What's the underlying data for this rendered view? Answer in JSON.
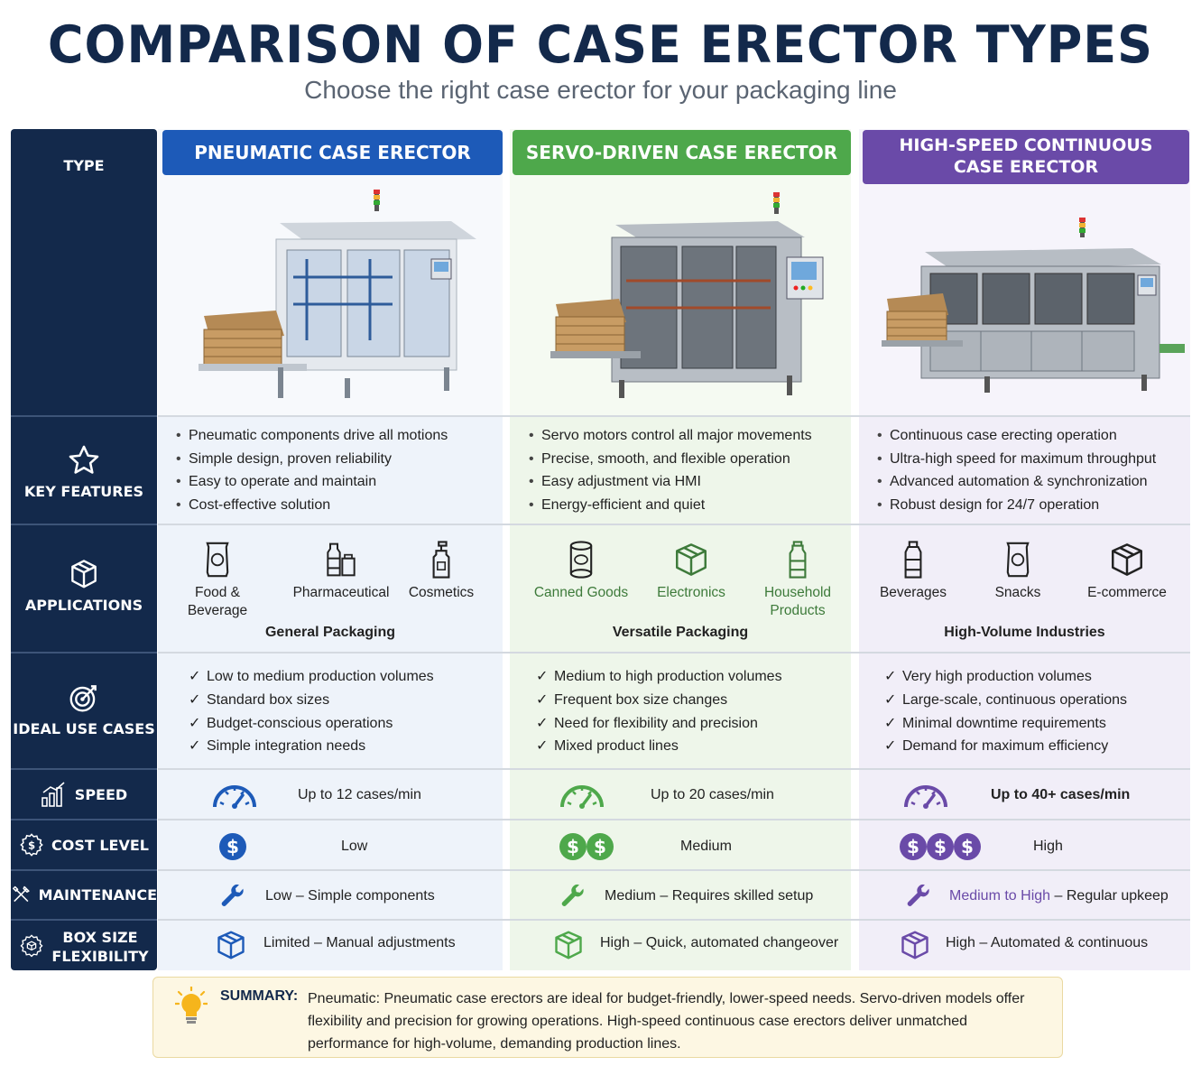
{
  "title": "COMPARISON OF CASE ERECTOR TYPES",
  "subtitle": "Choose the right case erector for your packaging line",
  "labels": {
    "type": "TYPE",
    "key_features": "KEY FEATURES",
    "applications": "APPLICATIONS",
    "ideal_use_cases": "IDEAL USE CASES",
    "speed": "SPEED",
    "cost_level": "COST LEVEL",
    "maintenance": "MAINTENANCE",
    "box_size_flexibility_1": "BOX SIZE",
    "box_size_flexibility_2": "FLEXIBILITY"
  },
  "columns": [
    {
      "name": "PNEUMATIC CASE ERECTOR",
      "accent": "#1d5ab8",
      "features": [
        "Pneumatic components drive all motions",
        "Simple design, proven reliability",
        "Easy to operate and maintain",
        "Cost-effective solution"
      ],
      "applications": [
        "Food & Beverage",
        "Pharmaceutical",
        "Cosmetics"
      ],
      "applications_group": "General Packaging",
      "use_cases": [
        "Low to medium production volumes",
        "Standard box sizes",
        "Budget-conscious operations",
        "Simple integration needs"
      ],
      "speed": "Up to 12 cases/min",
      "cost": "Low",
      "maintenance_level": "Low",
      "maintenance_note": "Simple components",
      "flex_level": "Limited",
      "flex_note": "Manual adjustments"
    },
    {
      "name": "SERVO-DRIVEN CASE ERECTOR",
      "accent": "#4ea84b",
      "features": [
        "Servo motors control all major movements",
        "Precise, smooth, and flexible operation",
        "Easy adjustment via HMI",
        "Energy-efficient and quiet"
      ],
      "applications": [
        "Canned Goods",
        "Electronics",
        "Household Products"
      ],
      "applications_group": "Versatile Packaging",
      "use_cases": [
        "Medium to high production volumes",
        "Frequent box size changes",
        "Need for flexibility and precision",
        "Mixed product lines"
      ],
      "speed": "Up to 20 cases/min",
      "cost": "Medium",
      "maintenance_level": "Medium",
      "maintenance_note": "Requires skilled setup",
      "flex_level": "High",
      "flex_note": "Quick, automated changeover"
    },
    {
      "name_line1": "HIGH-SPEED CONTINUOUS",
      "name_line2": "CASE ERECTOR",
      "accent": "#6a4aa8",
      "features": [
        "Continuous case erecting operation",
        "Ultra-high speed for maximum throughput",
        "Advanced automation & synchronization",
        "Robust design for 24/7 operation"
      ],
      "applications": [
        "Beverages",
        "Snacks",
        "E-commerce"
      ],
      "applications_group": "High-Volume Industries",
      "use_cases": [
        "Very high production volumes",
        "Large-scale, continuous operations",
        "Minimal downtime requirements",
        "Demand for maximum efficiency"
      ],
      "speed": "Up to 40+ cases/min",
      "cost": "High",
      "maintenance_level": "Medium to High",
      "maintenance_note": "Regular upkeep",
      "flex_level": "High",
      "flex_note": "Automated & continuous"
    }
  ],
  "cost_symbol": "$",
  "dash": "–",
  "summary": {
    "label": "SUMMARY:",
    "text": "Pneumatic: Pneumatic case erectors are ideal for budget-friendly, lower-speed needs. Servo-driven models offer flexibility and precision for growing operations. High-speed continuous case erectors deliver unmatched performance for high-volume, demanding production lines."
  },
  "icons": [
    "star-icon",
    "box-icon",
    "target-icon",
    "bar-chart-icon",
    "cost-gear-icon",
    "tools-icon",
    "box-gear-icon",
    "gauge-icon",
    "dollar-icon",
    "wrench-icon",
    "lightbulb-icon"
  ]
}
